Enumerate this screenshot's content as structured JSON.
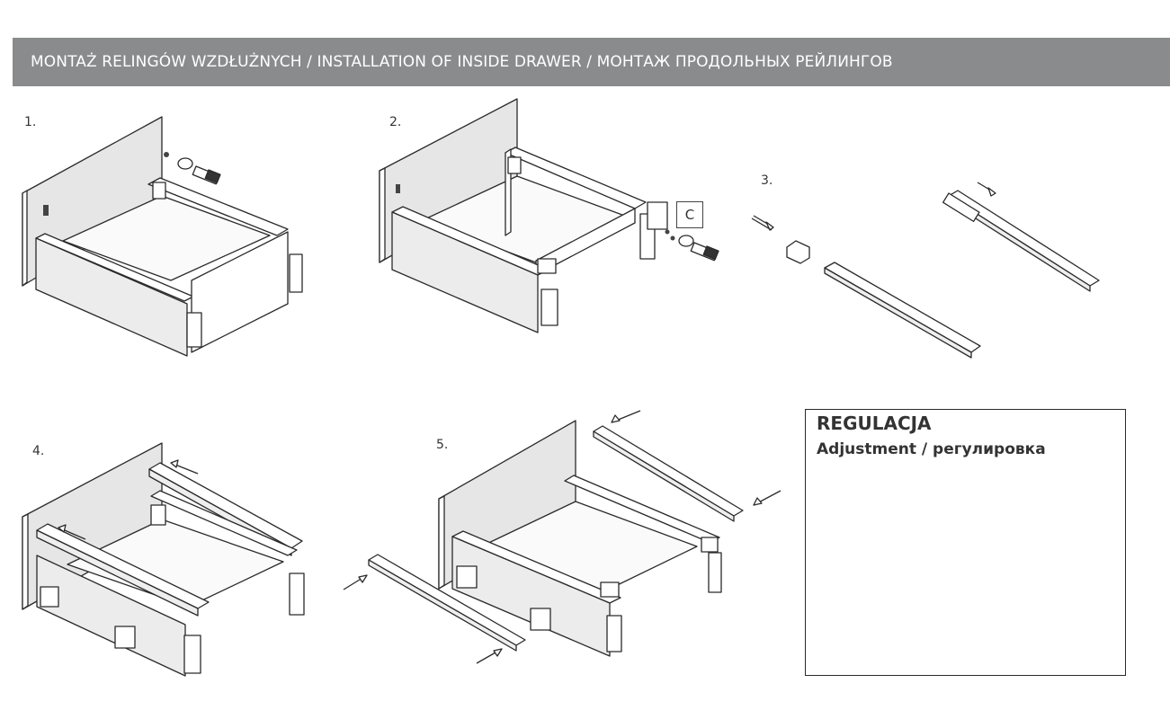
{
  "header": {
    "title": "MONTAŻ RELINGÓW WZDŁUŻNYCH / INSTALLATION OF INSIDE DRAWER / МОНТАЖ ПРОДОЛЬНЫХ РЕЙЛИНГОВ"
  },
  "steps": [
    {
      "number": "1."
    },
    {
      "number": "2."
    },
    {
      "number": "3."
    },
    {
      "number": "4."
    },
    {
      "number": "5."
    }
  ],
  "callout": {
    "label": "C"
  },
  "adjustment": {
    "title": "REGULACJA",
    "subtitle": "Adjustment / регулировка"
  },
  "colors": {
    "header_bg": "#8a8b8d",
    "line": "#2a2a2a",
    "panel_fill": "#e6e6e6"
  }
}
